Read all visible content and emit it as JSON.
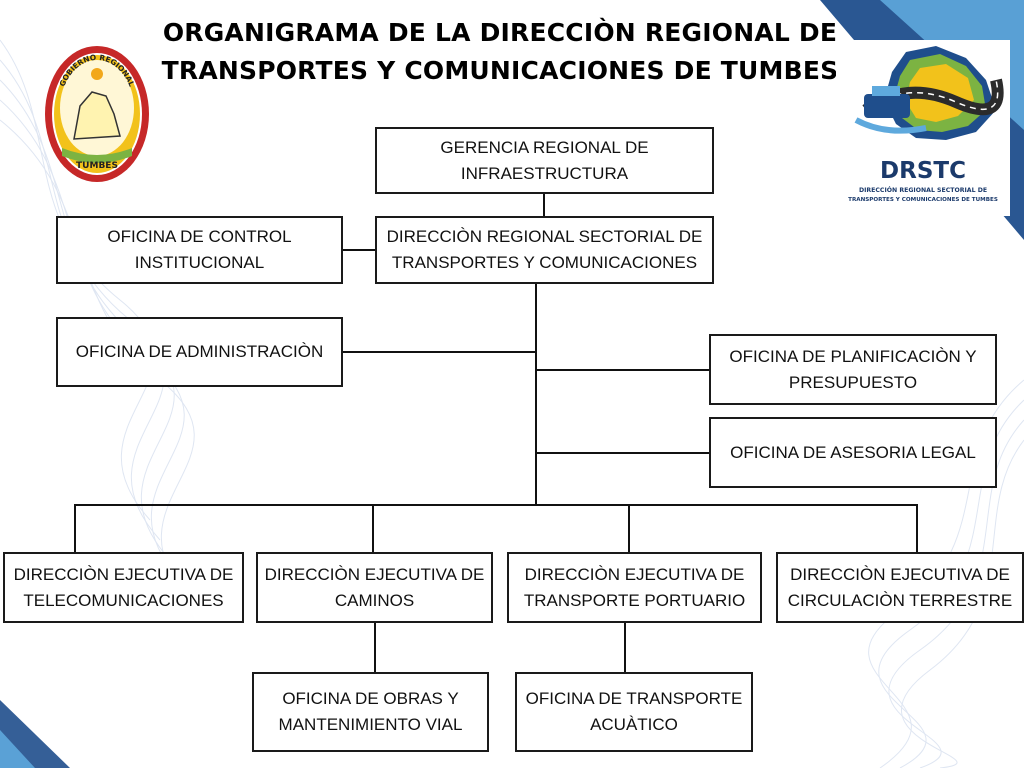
{
  "title": {
    "line1": "ORGANIGRAMA DE LA DIRECCIÒN REGIONAL DE",
    "line2": "TRANSPORTES Y COMUNICACIONES DE TUMBES"
  },
  "logos": {
    "left": {
      "icon": "gobierno-regional-tumbes-seal",
      "top_text": "GOBIERNO REGIONAL",
      "bottom_text": "TUMBES"
    },
    "right": {
      "icon": "drstc-logo",
      "acronym": "DRSTC",
      "subtitle_line1": "DIRECCIÓN REGIONAL SECTORIAL DE",
      "subtitle_line2": "TRANSPORTES Y COMUNICACIONES DE TUMBES"
    }
  },
  "colors": {
    "accent_dark_blue": "#1f4e8c",
    "accent_light_blue": "#5ea9dd",
    "seal_red": "#c62828",
    "seal_yellow": "#f2c21b",
    "seal_green": "#7cb342",
    "drstc_text": "#1b3a6b"
  },
  "nodes": {
    "gerencia": {
      "line1": "GERENCIA REGIONAL DE",
      "line2": "INFRAESTRUCTURA"
    },
    "control": {
      "line1": "OFICINA DE CONTROL",
      "line2": "INSTITUCIONAL"
    },
    "direccion": {
      "line1": "DIRECCIÒN REGIONAL SECTORIAL DE",
      "line2": "TRANSPORTES Y COMUNICACIONES"
    },
    "administracion": {
      "line1": "OFICINA DE ADMINISTRACIÒN"
    },
    "planificacion": {
      "line1": "OFICINA DE PLANIFICACIÒN Y",
      "line2": "PRESUPUESTO"
    },
    "asesoria": {
      "line1": "OFICINA DE ASESORIA LEGAL"
    },
    "telecom": {
      "line1": "DIRECCIÒN EJECUTIVA DE",
      "line2": "TELECOMUNICACIONES"
    },
    "caminos": {
      "line1": "DIRECCIÒN EJECUTIVA DE",
      "line2": "CAMINOS"
    },
    "portuario": {
      "line1": "DIRECCIÒN EJECUTIVA DE",
      "line2": "TRANSPORTE PORTUARIO"
    },
    "terrestre": {
      "line1": "DIRECCIÒN EJECUTIVA DE",
      "line2": "CIRCULACIÒN TERRESTRE"
    },
    "obras": {
      "line1": "OFICINA DE OBRAS Y",
      "line2": "MANTENIMIENTO VIAL"
    },
    "acuatico": {
      "line1": "OFICINA DE TRANSPORTE",
      "line2": "ACUÀTICO"
    }
  }
}
